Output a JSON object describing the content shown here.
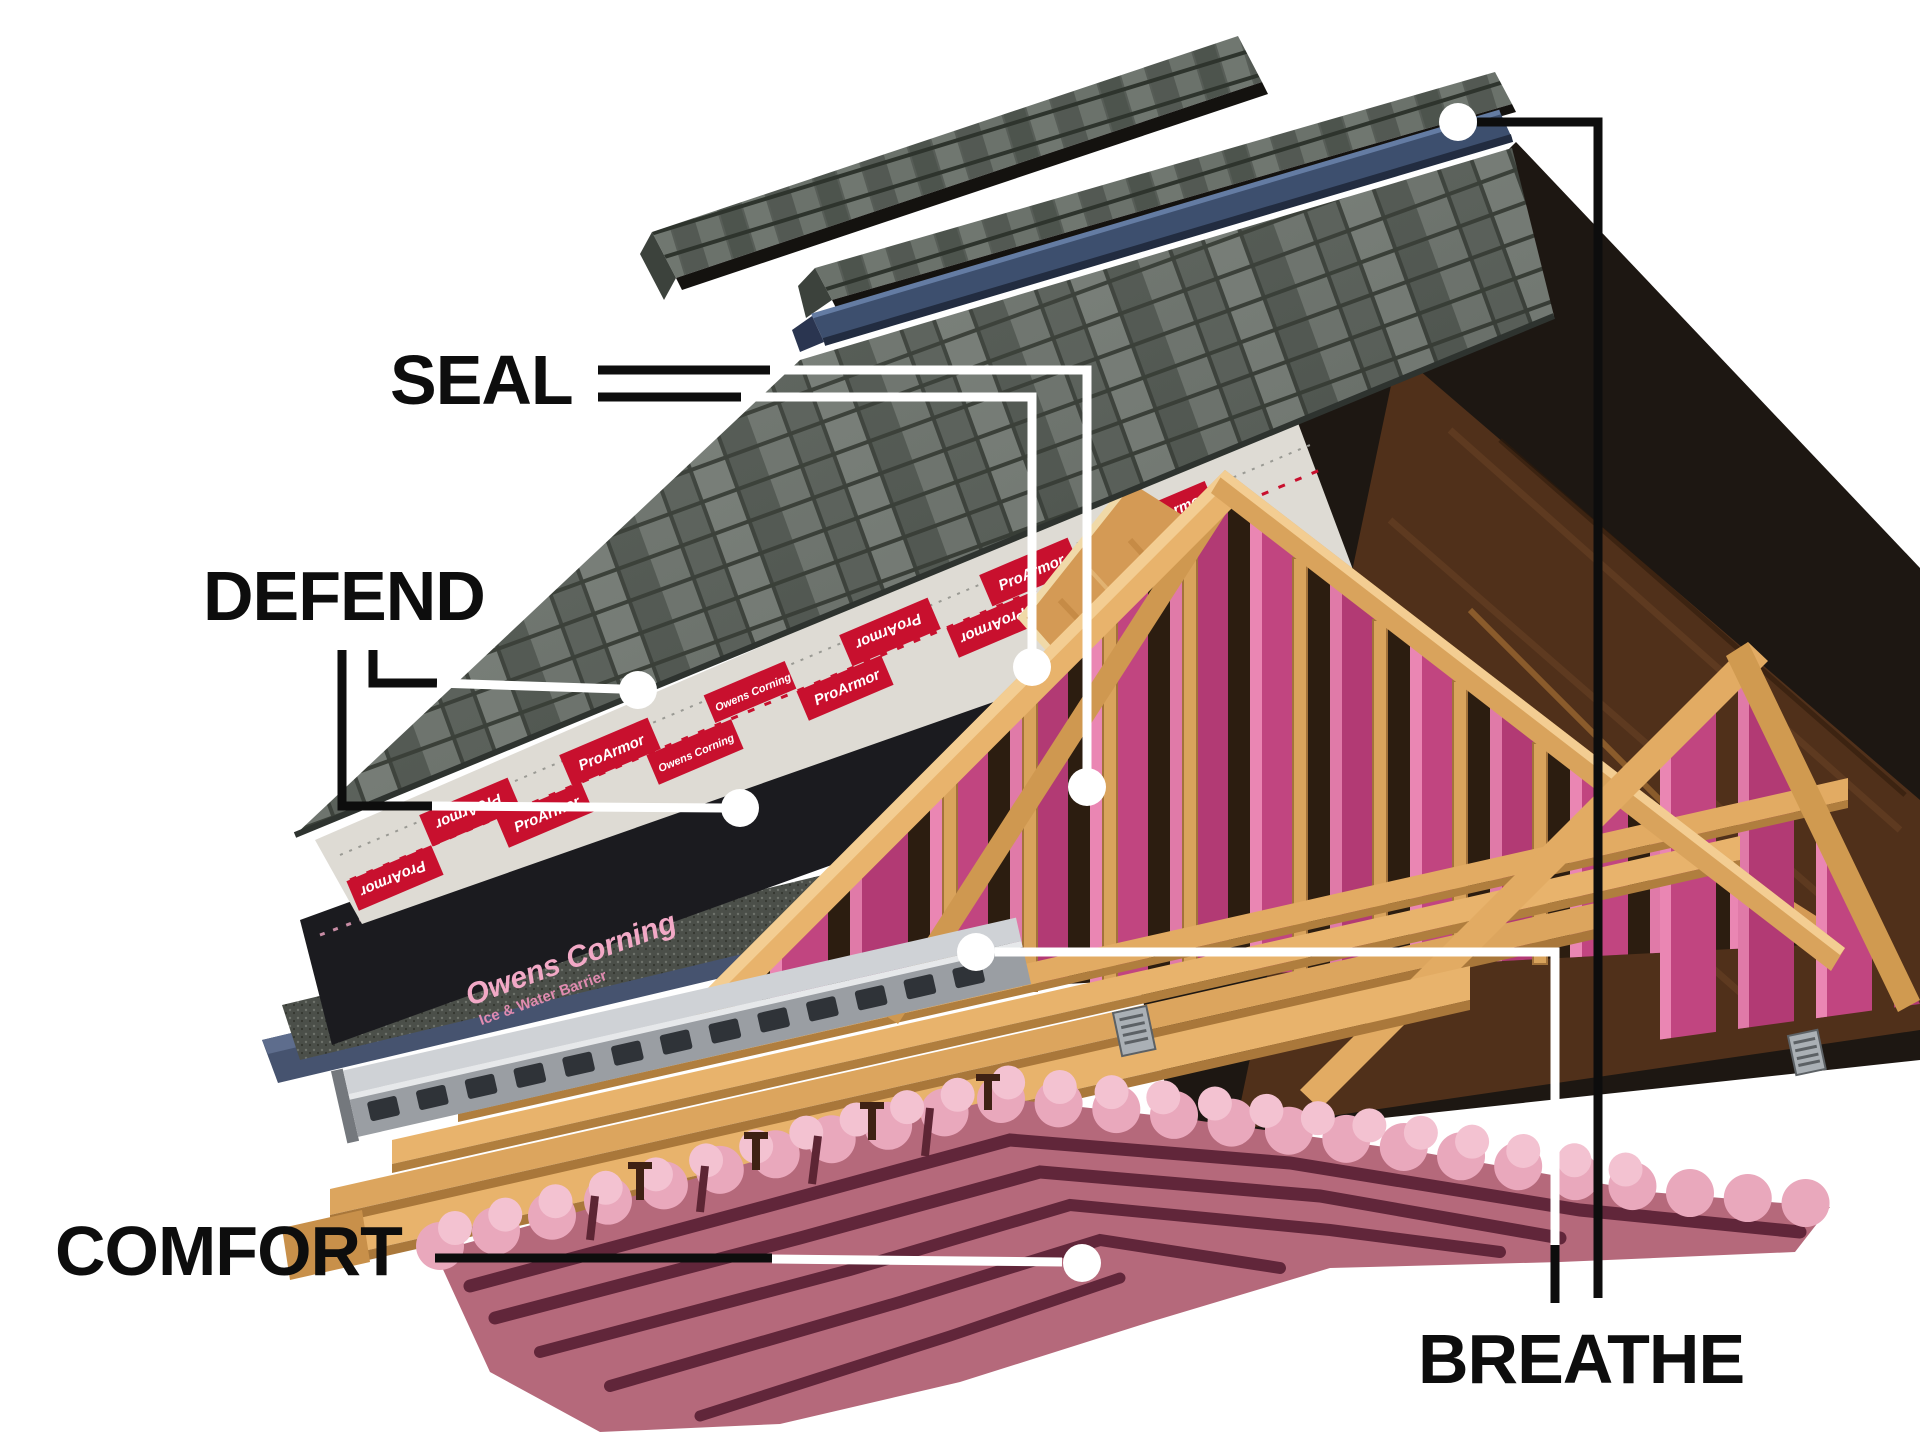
{
  "title": "Total Protection Roofing System exploded diagram",
  "labels": {
    "seal": "SEAL",
    "defend": "DEFEND",
    "comfort": "COMFORT",
    "breathe": "BREATHE"
  },
  "brand": {
    "underlayment_name": "ProArmor",
    "manufacturer": "Owens Corning",
    "ice_water_line1": "Owens Corning",
    "ice_water_line2": "Ice & Water Barrier"
  },
  "layers": [
    {
      "name": "hip-and-ridge-cap-shingles"
    },
    {
      "name": "ridge-vent"
    },
    {
      "name": "laminate-shingles"
    },
    {
      "name": "synthetic-underlayment-proarmor"
    },
    {
      "name": "ice-and-water-barrier"
    },
    {
      "name": "starter-strip"
    },
    {
      "name": "drip-edge"
    },
    {
      "name": "roof-decking"
    },
    {
      "name": "felt-back-plane"
    },
    {
      "name": "intake-vent"
    },
    {
      "name": "trusses"
    },
    {
      "name": "ventilation-baffles"
    },
    {
      "name": "blown-in-insulation"
    }
  ],
  "colors": {
    "shingle": "#5c625c",
    "ridge_vent_navy": "#3d4f6e",
    "proarmor_red": "#c8102e",
    "ice_water_black": "#1b1b1f",
    "ice_water_pink_text": "#f2a9c6",
    "wood": "#e2ab63",
    "plywood": "#d49a55",
    "insulation_front": "#b5697b",
    "insulation_top": "#e9a8bc",
    "label_text": "#0d0d0d"
  }
}
